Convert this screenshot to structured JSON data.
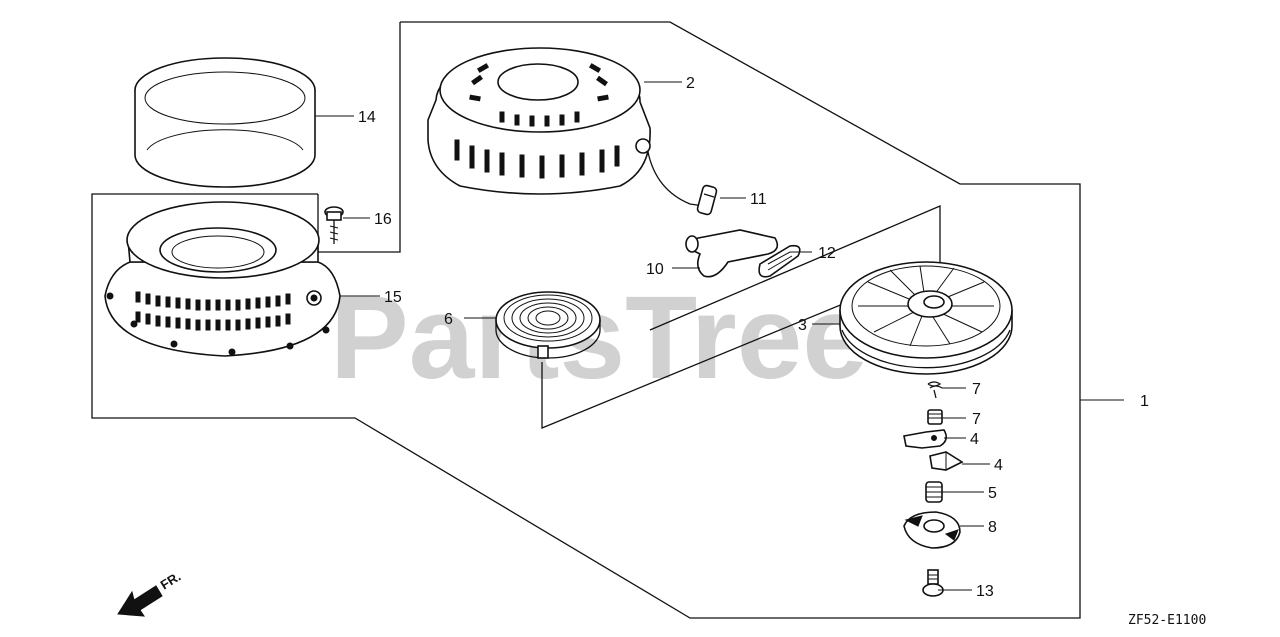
{
  "watermark": "PartsTree",
  "diagram_code": "ZF52-E1100",
  "direction_label": "FR.",
  "callouts": {
    "c1": "1",
    "c2": "2",
    "c3": "3",
    "c4a": "4",
    "c4b": "4",
    "c5": "5",
    "c6": "6",
    "c7a": "7",
    "c7b": "7",
    "c8": "8",
    "c10": "10",
    "c11": "11",
    "c12": "12",
    "c13": "13",
    "c14": "14",
    "c15": "15",
    "c16": "16"
  }
}
